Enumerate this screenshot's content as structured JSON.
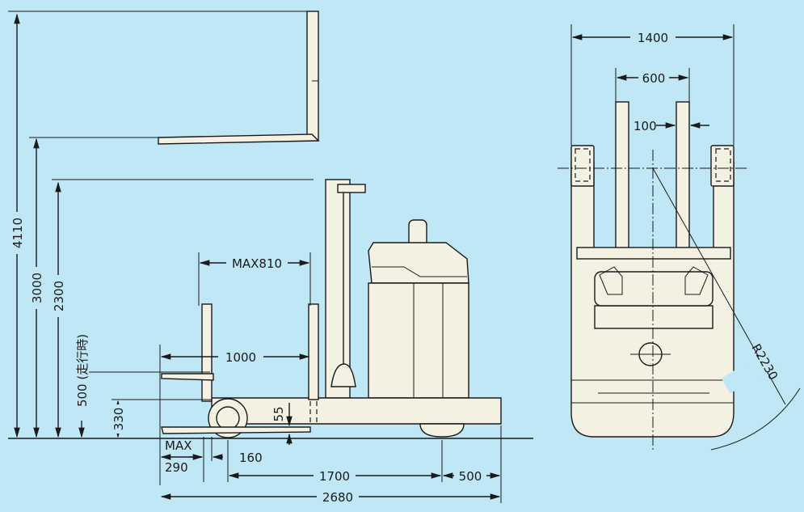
{
  "side_view": {
    "overall_height": "4110",
    "max_fork_height": "3000",
    "mast_height": "2300",
    "travel_height": "500 (走行時)",
    "reach_max": "MAX810",
    "fork_length": "1000",
    "low_height": "330",
    "fork_thickness": "55",
    "max_label": "MAX",
    "max_value": "290",
    "gap_160": "160",
    "wheelbase": "1700",
    "rear_overhang": "500",
    "overall_length": "2680"
  },
  "front_view": {
    "overall_width": "1400",
    "fork_spread": "600",
    "fork_width": "100",
    "turning_radius": "R2230"
  }
}
